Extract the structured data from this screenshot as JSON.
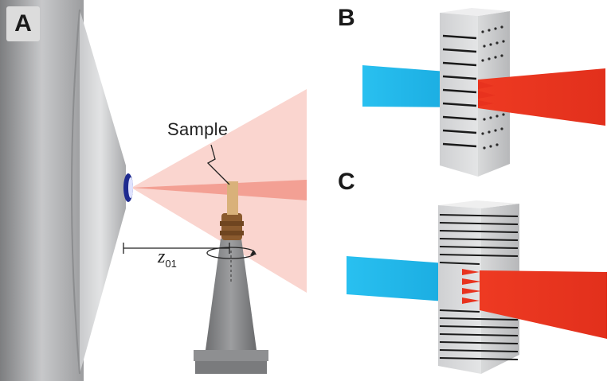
{
  "panels": {
    "a": {
      "label": "A"
    },
    "b": {
      "label": "B"
    },
    "c": {
      "label": "C"
    }
  },
  "annotations": {
    "sample": "Sample",
    "distance_symbol": "z",
    "distance_subscript": "01"
  },
  "colors": {
    "detector_gray": "#9a9b9d",
    "xray_beam_pink": "#f4a49a",
    "incident_beam_cyan": "#1fb6e8",
    "diffracted_beam_red": "#e8321e",
    "pinhole_blue": "#1f2b8f",
    "sample_holder_brown": "#8a5a2e"
  }
}
